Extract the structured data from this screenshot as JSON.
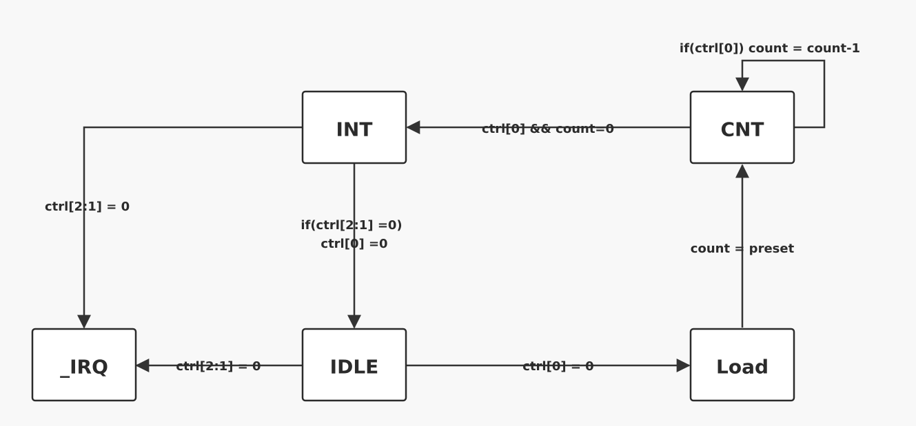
{
  "states": {
    "int": "INT",
    "cnt": "CNT",
    "irq": "_IRQ",
    "idle": "IDLE",
    "load": "Load"
  },
  "transitions": {
    "cnt_self": "if(ctrl[0]) count = count-1",
    "cnt_to_int": "ctrl[0] && count=0",
    "int_to_irq": "ctrl[2:1] = 0",
    "int_to_idle_line1": "if(ctrl[2:1] =0)",
    "int_to_idle_line2": "ctrl[0] =0",
    "load_to_cnt": "count = preset",
    "idle_to_irq": "ctrl[2:1] = 0",
    "idle_to_load": "ctrl[0] = 0"
  },
  "colors": {
    "background": "#f8f8f8",
    "box_fill": "#ffffff",
    "stroke": "#2b2b2b"
  }
}
